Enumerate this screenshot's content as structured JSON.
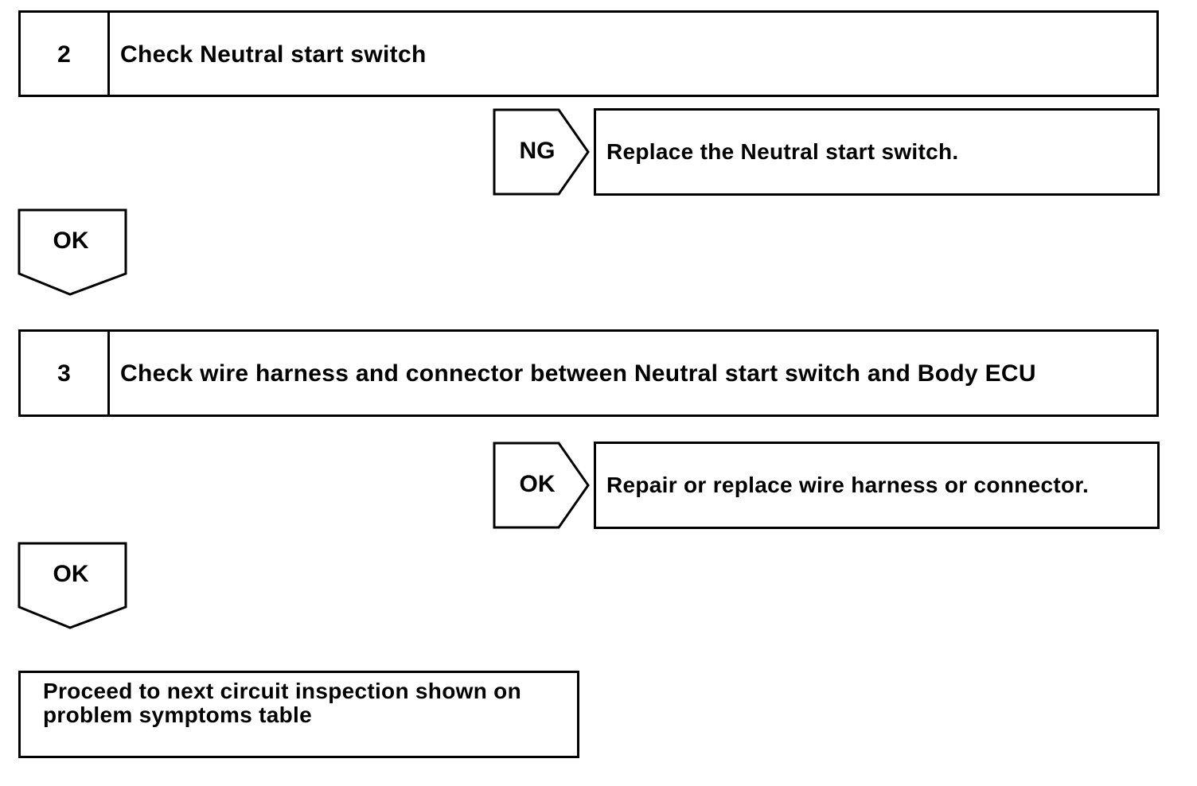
{
  "steps": [
    {
      "number": "2",
      "title": "Check Neutral start switch"
    },
    {
      "number": "3",
      "title": "Check wire harness and connector between Neutral start switch and Body ECU"
    }
  ],
  "branches": [
    {
      "result": "NG",
      "action": "Replace the Neutral start switch."
    },
    {
      "result": "OK",
      "action": "Repair or replace wire harness or connector."
    }
  ],
  "continue_labels": [
    "OK",
    "OK"
  ],
  "final": {
    "text": "Proceed to next circuit inspection shown on problem symptoms table"
  }
}
